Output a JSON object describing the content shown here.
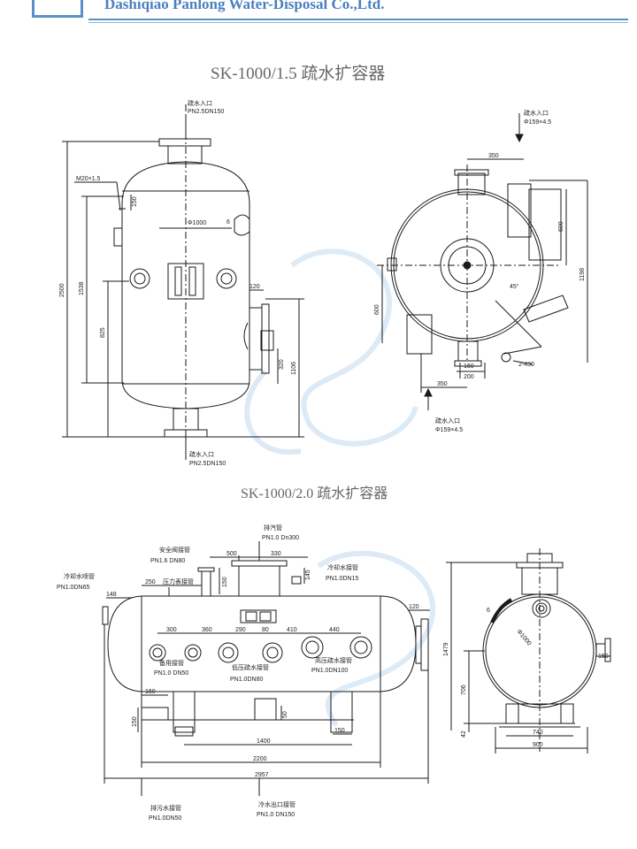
{
  "header": {
    "company": "Dashiqiao Panlong Water-Disposal Co.,Ltd."
  },
  "drawing1": {
    "title": "SK-1000/1.5 疏水扩容器",
    "dims": {
      "d2500": "2500",
      "d1538": "1538",
      "d825": "825",
      "d1106": "1106",
      "d320": "320",
      "d120": "120",
      "d150": "150",
      "m20": "M20×1.5",
      "phi1000": "Φ1000",
      "d6": "6",
      "d350a": "350",
      "d600a": "600",
      "d1198": "1198",
      "d600b": "600",
      "d45": "45°",
      "d160": "160",
      "d200": "200",
      "d2430": "2-430",
      "d350b": "350"
    },
    "labels": {
      "top_inlet": "疏水入口",
      "top_inlet_spec": "PN2.5DN150",
      "bottom_inlet": "疏水入口",
      "bottom_inlet_spec": "PN2.5DN150",
      "side_top": "疏水入口",
      "side_top_spec": "Φ159×4.5",
      "side_bottom": "疏水入口",
      "side_bottom_spec": "Φ159×4.5"
    }
  },
  "drawing2": {
    "title": "SK-1000/2.0 疏水扩容器",
    "dims": {
      "d500": "500",
      "d330": "330",
      "d150a": "150",
      "d145": "145",
      "d148": "148",
      "d250": "250",
      "d120": "120",
      "d300": "300",
      "d360": "360",
      "d290": "290",
      "d80": "80",
      "d410": "410",
      "d440": "440",
      "d160": "160",
      "d150b": "150",
      "d50": "50",
      "d150c": "150",
      "d1400": "1400",
      "d2200": "2200",
      "d2957": "2957",
      "d1479": "1479",
      "d706": "706",
      "d42": "42",
      "d740": "740",
      "d900": "900",
      "d150d": "150",
      "phi1000": "Φ1000",
      "d6": "6"
    },
    "labels": {
      "exhaust": "排汽管",
      "exhaust_spec": "PN1.0 Dn300",
      "safety": "安全阀接管",
      "safety_spec": "PN1.6 DN80",
      "gauge": "压力表接管",
      "cool_in": "冷却水接管",
      "cool_in_spec": "PN1.0DN15",
      "spray": "冷却水喷管",
      "spray_spec": "PN1.0DN65",
      "spare": "备用接管",
      "spare_spec": "PN1.0 DN50",
      "low_pressure": "低压疏水接管",
      "low_pressure_spec": "PN1.0DN80",
      "high_pressure": "高压疏水接管",
      "high_pressure_spec": "PN1.0DN100",
      "drain": "排污水接管",
      "drain_spec": "PN1.0DN50",
      "cool_out": "冷水出口接管",
      "cool_out_spec": "PN1.0 DN150"
    }
  }
}
